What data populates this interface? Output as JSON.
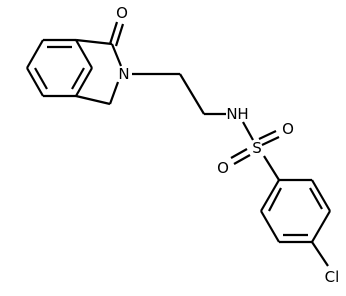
{
  "molecule": {
    "atoms": {
      "oxygen_carbonyl": "O",
      "nitrogen_ring": "N",
      "nitrogen_amine_n": "N",
      "nitrogen_amine_h": "H",
      "sulfur": "S",
      "oxygen_sulfonyl_1": "O",
      "oxygen_sulfonyl_2": "O",
      "chlorine": "Cl"
    }
  }
}
